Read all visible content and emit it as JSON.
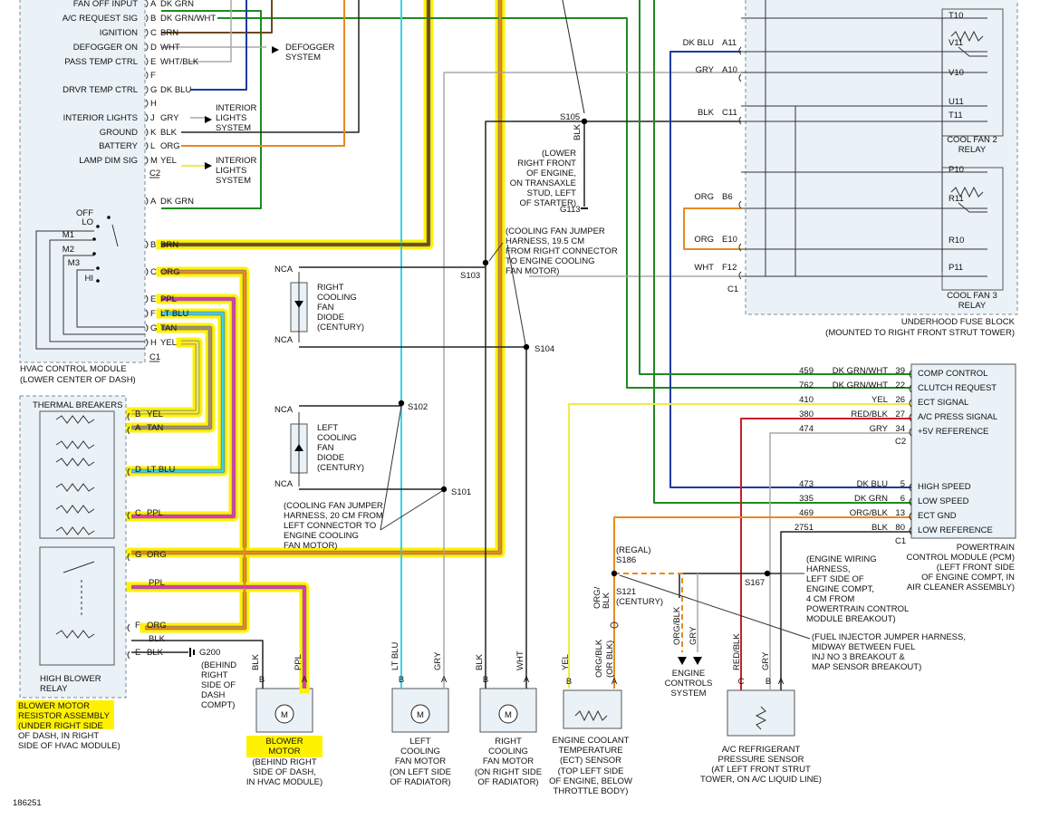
{
  "diagram_id": "186251",
  "colors": {
    "dk_grn": "#1f8a1f",
    "lt_blu": "#35d5e5",
    "dk_blu": "#1a3aa0",
    "brn": "#6b4a1f",
    "org": "#e88a1e",
    "ppl": "#e236b6",
    "yel": "#f2e94a",
    "gry": "#a8a8a8",
    "tan": "#a89060",
    "red": "#c8202a",
    "blk": "#222222",
    "highlight": "#fff200"
  },
  "hvac": {
    "pins": [
      {
        "pin": "A",
        "color": "DK GRN",
        "label": "FAN OFF INPUT"
      },
      {
        "pin": "B",
        "color": "DK GRN/WHT",
        "label": "A/C REQUEST SIG"
      },
      {
        "pin": "C",
        "color": "BRN",
        "label": "IGNITION"
      },
      {
        "pin": "D",
        "color": "WHT",
        "label": "DEFOGGER ON"
      },
      {
        "pin": "E",
        "color": "WHT/BLK",
        "label": "PASS TEMP CTRL"
      },
      {
        "pin": "F",
        "color": "",
        "label": ""
      },
      {
        "pin": "G",
        "color": "DK BLU",
        "label": "DRVR TEMP CTRL"
      },
      {
        "pin": "H",
        "color": "",
        "label": ""
      },
      {
        "pin": "J",
        "color": "GRY",
        "label": "INTERIOR LIGHTS"
      },
      {
        "pin": "K",
        "color": "BLK",
        "label": "GROUND"
      },
      {
        "pin": "L",
        "color": "ORG",
        "label": "BATTERY"
      },
      {
        "pin": "M",
        "color": "YEL",
        "label": "LAMP DIM SIG"
      }
    ],
    "c2": "C2",
    "c1_pins": [
      {
        "pin": "A",
        "color": "DK GRN"
      },
      {
        "pin": "B",
        "color": "BRN"
      },
      {
        "pin": "C",
        "color": "ORG"
      },
      {
        "pin": "E",
        "color": "PPL"
      },
      {
        "pin": "F",
        "color": "LT BLU"
      },
      {
        "pin": "G",
        "color": "TAN"
      },
      {
        "pin": "H",
        "color": "YEL"
      }
    ],
    "c1": "C1",
    "switch": [
      "OFF",
      "LO",
      "M1",
      "M2",
      "M3",
      "HI"
    ],
    "name": "HVAC CONTROL MODULE",
    "location": "(LOWER CENTER OF DASH)",
    "defogger": [
      "DEFOGGER",
      "SYSTEM"
    ],
    "interior_lights": [
      "INTERIOR",
      "LIGHTS",
      "SYSTEM"
    ]
  },
  "resistor": {
    "thermal": "THERMAL BREAKERS",
    "pins": [
      {
        "pin": "B",
        "color": "YEL"
      },
      {
        "pin": "A",
        "color": "TAN"
      },
      {
        "pin": "D",
        "color": "LT BLU"
      },
      {
        "pin": "C",
        "color": "PPL"
      },
      {
        "pin": "G",
        "color": "ORG"
      },
      {
        "pin": "F",
        "color": "ORG"
      },
      {
        "pin": "E",
        "color": "BLK"
      }
    ],
    "ppl": "PPL",
    "blk": "BLK",
    "relay": [
      "HIGH BLOWER",
      "RELAY"
    ],
    "name": [
      "BLOWER MOTOR",
      "RESISTOR ASSEMBLY"
    ],
    "location": [
      "(UNDER RIGHT SIDE",
      "OF DASH, IN RIGHT",
      "SIDE OF HVAC MODULE)"
    ]
  },
  "g200": {
    "id": "G200",
    "location": [
      "(BEHIND",
      "RIGHT",
      "SIDE OF",
      "DASH",
      "COMPT)"
    ]
  },
  "diodes": {
    "nca": "NCA",
    "right": [
      "RIGHT",
      "COOLING",
      "FAN",
      "DIODE",
      "(CENTURY)"
    ],
    "left": [
      "LEFT",
      "COOLING",
      "FAN",
      "DIODE",
      "(CENTURY)"
    ],
    "s102": "S102",
    "s101": "S101",
    "s103": "S103",
    "s104": "S104",
    "harness20": [
      "(COOLING FAN JUMPER",
      "HARNESS, 20 CM FROM",
      "LEFT CONNECTOR TO",
      "ENGINE COOLING",
      "FAN MOTOR)"
    ],
    "harness19": [
      "(COOLING FAN JUMPER",
      "HARNESS, 19.5 CM",
      "FROM RIGHT CONNECTOR",
      "TO ENGINE COOLING",
      "FAN MOTOR)"
    ]
  },
  "s105": {
    "id": "S105",
    "blk": "BLK",
    "location": [
      "(LOWER",
      "RIGHT FRONT",
      "OF ENGINE,",
      "ON TRANSAXLE",
      "STUD, LEFT",
      "OF STARTER)"
    ],
    "g113": "G113"
  },
  "motors": {
    "blower": {
      "wires": [
        "BLK",
        "PPL"
      ],
      "pins": [
        "B",
        "A"
      ],
      "name": [
        "BLOWER",
        "MOTOR"
      ],
      "location": [
        "(BEHIND RIGHT",
        "SIDE OF DASH,",
        "IN HVAC MODULE)"
      ]
    },
    "left_fan": {
      "wires": [
        "LT BLU",
        "GRY"
      ],
      "pins": [
        "B",
        "A"
      ],
      "name": [
        "LEFT",
        "COOLING",
        "FAN MOTOR"
      ],
      "location": [
        "(ON LEFT SIDE",
        "OF RADIATOR)"
      ]
    },
    "right_fan": {
      "wires": [
        "BLK",
        "WHT"
      ],
      "pins": [
        "B",
        "A"
      ],
      "name": [
        "RIGHT",
        "COOLING",
        "FAN MOTOR"
      ],
      "location": [
        "(ON RIGHT SIDE",
        "OF RADIATOR)"
      ]
    },
    "m": "M"
  },
  "ect": {
    "wires": [
      "YEL",
      "ORG/BLK",
      "(OR BLK)"
    ],
    "pins": [
      "B",
      "A"
    ],
    "name": [
      "ENGINE COOLANT",
      "TEMPERATURE",
      "(ECT) SENSOR"
    ],
    "location": [
      "(TOP LEFT SIDE",
      "OF ENGINE, BELOW",
      "THROTTLE BODY)"
    ]
  },
  "splices": {
    "s186": [
      "(REGAL)",
      "S186"
    ],
    "s121": [
      "S121",
      "(CENTURY)"
    ],
    "org_blk": [
      "ORG/",
      "BLK"
    ],
    "ecs_wires": [
      "ORG/BLK",
      "GRY"
    ],
    "ecs": [
      "ENGINE",
      "CONTROLS",
      "SYSTEM"
    ],
    "s167": "S167",
    "eng_harness": [
      "(ENGINE WIRING",
      "HARNESS,",
      "LEFT SIDE OF",
      "ENGINE COMPT,",
      "4 CM FROM",
      "POWERTRAIN CONTROL",
      "MODULE BREAKOUT)"
    ],
    "injector": [
      "(FUEL INJECTOR JUMPER HARNESS,",
      "MIDWAY BETWEEN FUEL",
      "INJ NO 3 BREAKOUT &",
      "MAP SENSOR BREAKOUT)"
    ]
  },
  "ac_sensor": {
    "wires": [
      "RED/BLK",
      "GRY"
    ],
    "pins": [
      "C",
      "B",
      "A"
    ],
    "name": [
      "A/C REFRIGERANT",
      "PRESSURE SENSOR"
    ],
    "location": [
      "(AT LEFT FRONT STRUT",
      "TOWER, ON A/C LIQUID LINE)"
    ]
  },
  "fuse_block": {
    "wires": [
      {
        "color": "DK BLU",
        "pin": "A11"
      },
      {
        "color": "GRY",
        "pin": "A10"
      },
      {
        "color": "BLK",
        "pin": "C11"
      },
      {
        "color": "ORG",
        "pin": "B6"
      },
      {
        "color": "ORG",
        "pin": "E10"
      },
      {
        "color": "WHT",
        "pin": "F12"
      }
    ],
    "c1": "C1",
    "relay2_pins": [
      "T10",
      "V11",
      "V10",
      "U11",
      "T11"
    ],
    "relay2": [
      "COOL FAN 2",
      "RELAY"
    ],
    "relay3_pins": [
      "P10",
      "R11",
      "R10",
      "P11"
    ],
    "relay3": [
      "COOL FAN 3",
      "RELAY"
    ],
    "name": "UNDERHOOD FUSE BLOCK",
    "location": "(MOUNTED TO RIGHT FRONT STRUT TOWER)"
  },
  "pcm": {
    "c2_rows": [
      {
        "circuit": "459",
        "color": "DK GRN/WHT",
        "pin": "39",
        "label": "COMP CONTROL"
      },
      {
        "circuit": "762",
        "color": "DK GRN/WHT",
        "pin": "22",
        "label": "CLUTCH REQUEST"
      },
      {
        "circuit": "410",
        "color": "YEL",
        "pin": "26",
        "label": "ECT SIGNAL"
      },
      {
        "circuit": "380",
        "color": "RED/BLK",
        "pin": "27",
        "label": "A/C PRESS SIGNAL"
      },
      {
        "circuit": "474",
        "color": "GRY",
        "pin": "34",
        "label": "+5V REFERENCE"
      }
    ],
    "c2": "C2",
    "c1_rows": [
      {
        "circuit": "473",
        "color": "DK BLU",
        "pin": "5",
        "label": "HIGH SPEED"
      },
      {
        "circuit": "335",
        "color": "DK GRN",
        "pin": "6",
        "label": "LOW SPEED"
      },
      {
        "circuit": "469",
        "color": "ORG/BLK",
        "pin": "13",
        "label": "ECT GND"
      },
      {
        "circuit": "2751",
        "color": "BLK",
        "pin": "80",
        "label": "LOW REFERENCE"
      }
    ],
    "c1": "C1",
    "name": [
      "POWERTRAIN",
      "CONTROL MODULE (PCM)"
    ],
    "location": [
      "(LEFT FRONT SIDE",
      "OF ENGINE COMPT, IN",
      "AIR CLEANER ASSEMBLY)"
    ]
  }
}
